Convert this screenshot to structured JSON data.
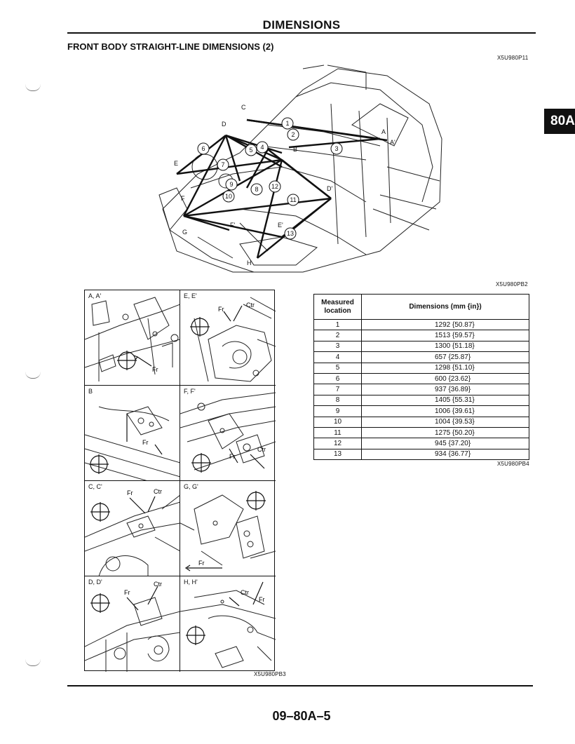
{
  "header": {
    "title": "DIMENSIONS",
    "section_title": "FRONT BODY STRAIGHT-LINE DIMENSIONS (2)",
    "tab": "80A"
  },
  "figure_codes": {
    "top": "X5U980P11",
    "main_diagram": "X5U980PB2",
    "details": "X5U980PB3",
    "table": "X5U980PB4"
  },
  "main_diagram": {
    "point_labels": [
      "C",
      "D",
      "A",
      "A'",
      "B",
      "E",
      "D'",
      "F",
      "G",
      "F'",
      "E'",
      "H"
    ],
    "callouts": [
      "1",
      "2",
      "3",
      "4",
      "5",
      "6",
      "7",
      "8",
      "9",
      "10",
      "11",
      "12",
      "13"
    ]
  },
  "details": {
    "cells": [
      {
        "label": "A, A'",
        "arrows": [
          "Fr"
        ]
      },
      {
        "label": "E, E'",
        "arrows": [
          "Fr",
          "Ctr"
        ]
      },
      {
        "label": "B",
        "arrows": [
          "Fr"
        ]
      },
      {
        "label": "F, F'",
        "arrows": [
          "Fr",
          "Ctr"
        ]
      },
      {
        "label": "C, C'",
        "arrows": [
          "Fr",
          "Ctr"
        ]
      },
      {
        "label": "G, G'",
        "arrows": [
          "Fr"
        ]
      },
      {
        "label": "D, D'",
        "arrows": [
          "Fr",
          "Ctr"
        ]
      },
      {
        "label": "H, H'",
        "arrows": [
          "Fr",
          "Ctr"
        ]
      }
    ]
  },
  "table": {
    "col_location": "Measured location",
    "col_dimensions": "Dimensions (mm {in})",
    "rows": [
      {
        "location": "1",
        "value": "1292 {50.87}"
      },
      {
        "location": "2",
        "value": "1513 {59.57}"
      },
      {
        "location": "3",
        "value": "1300 {51.18}"
      },
      {
        "location": "4",
        "value": "657 {25.87}"
      },
      {
        "location": "5",
        "value": "1298 {51.10}"
      },
      {
        "location": "6",
        "value": "600 {23.62}"
      },
      {
        "location": "7",
        "value": "937 {36.89}"
      },
      {
        "location": "8",
        "value": "1405 {55.31}"
      },
      {
        "location": "9",
        "value": "1006 {39.61}"
      },
      {
        "location": "10",
        "value": "1004 {39.53}"
      },
      {
        "location": "11",
        "value": "1275 {50.20}"
      },
      {
        "location": "12",
        "value": "945 {37.20}"
      },
      {
        "location": "13",
        "value": "934 {36.77}"
      }
    ]
  },
  "footer": {
    "page_number": "09–80A–5"
  }
}
